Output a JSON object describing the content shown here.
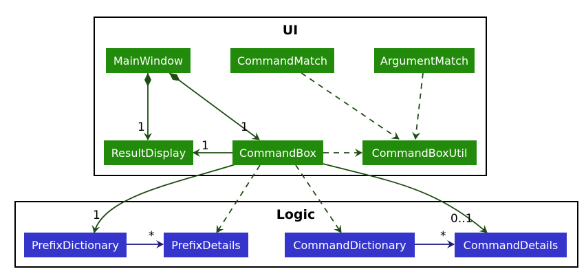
{
  "colors": {
    "ui_class": "#238b0c",
    "ui_edge": "#1e4c12",
    "logic_class": "#3535cc",
    "logic_edge": "#1a1a7a",
    "frame": "#000000"
  },
  "packages": {
    "ui": {
      "title": "UI"
    },
    "logic": {
      "title": "Logic"
    }
  },
  "classes": {
    "main_window": "MainWindow",
    "command_match": "CommandMatch",
    "argument_match": "ArgumentMatch",
    "result_display": "ResultDisplay",
    "command_box": "CommandBox",
    "command_box_util": "CommandBoxUtil",
    "prefix_dictionary": "PrefixDictionary",
    "prefix_details": "PrefixDetails",
    "command_dictionary": "CommandDictionary",
    "command_details": "CommandDetails"
  },
  "multiplicities": {
    "main_to_result": "1",
    "main_to_commandbox": "1",
    "commandbox_to_result": "1",
    "commandbox_to_prefixdict": "1",
    "prefixdict_to_prefixdetails": "*",
    "commanddict_to_commanddetails": "*",
    "commandbox_to_commanddetails": "0..1"
  }
}
